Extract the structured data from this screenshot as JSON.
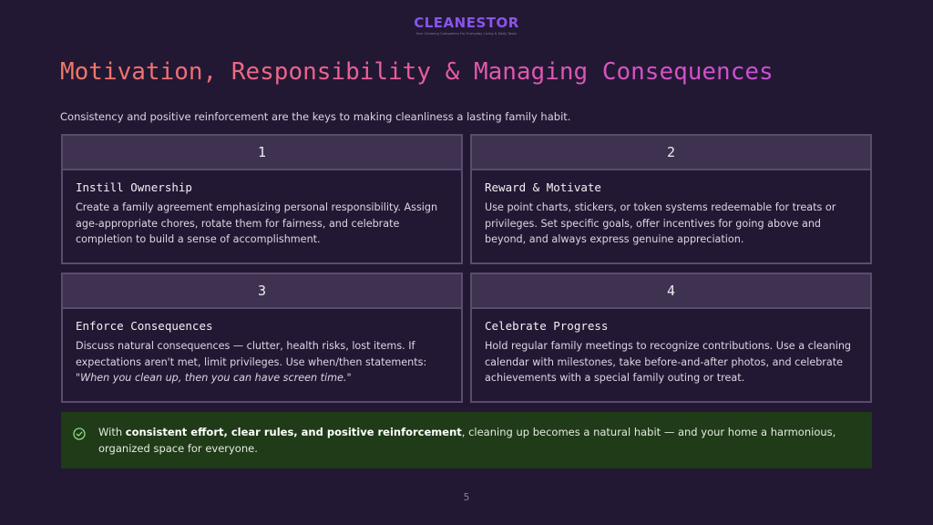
{
  "logo": {
    "name": "CLEANESTOR",
    "tagline": "Your Cleaning Companion For Everyday Living & Daily Tasks"
  },
  "title": "Motivation, Responsibility & Managing Consequences",
  "subtitle": "Consistency and positive reinforcement are the keys to making cleanliness a lasting family habit.",
  "cards": [
    {
      "number": "1",
      "title": "Instill Ownership",
      "body": "Create a family agreement emphasizing personal responsibility. Assign age-appropriate chores, rotate them for fairness, and celebrate completion to build a sense of accomplishment."
    },
    {
      "number": "2",
      "title": "Reward & Motivate",
      "body": "Use point charts, stickers, or token systems redeemable for treats or privileges. Set specific goals, offer incentives for going above and beyond, and always express genuine appreciation."
    },
    {
      "number": "3",
      "title": "Enforce Consequences",
      "body": "Discuss natural consequences — clutter, health risks, lost items. If expectations aren't met, limit privileges. Use when/then statements:",
      "quote": "\"When you clean up, then you can have screen time.\""
    },
    {
      "number": "4",
      "title": "Celebrate Progress",
      "body": "Hold regular family meetings to recognize contributions. Use a cleaning calendar with milestones, take before-and-after photos, and celebrate achievements with a special family outing or treat."
    }
  ],
  "banner": {
    "icon": "check-circle-icon",
    "prefix": "With ",
    "bold": "consistent effort, clear rules, and positive reinforcement",
    "suffix": ", cleaning up becomes a natural habit — and your home a harmonious, organized space for everyone."
  },
  "page_number": "5",
  "colors": {
    "background": "#231833",
    "card_header": "#3f3250",
    "card_border": "#5a4c6e",
    "banner": "#1f3b17",
    "title_gradient_start": "#f27864",
    "title_gradient_end": "#c94fd6"
  }
}
